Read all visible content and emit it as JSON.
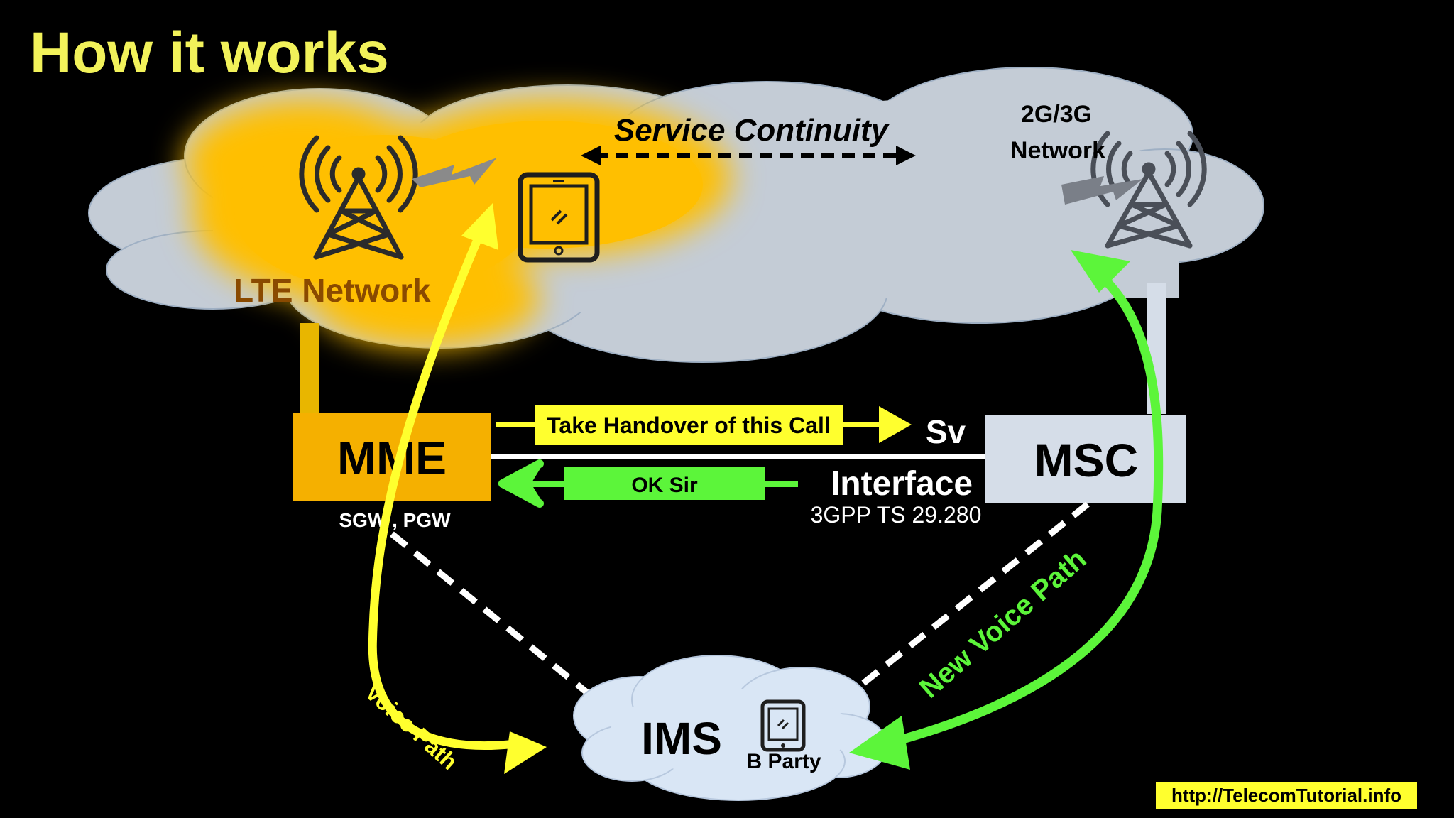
{
  "title": "How it works",
  "labels": {
    "service_continuity": "Service Continuity",
    "network_2g3g_line1": "2G/3G",
    "network_2g3g_line2": "Network",
    "lte_network": "LTE Network",
    "mme": "MME",
    "msc": "MSC",
    "sgw_pgw": "SGW , PGW",
    "take_handover": "Take Handover of this Call",
    "ok_sir": "OK Sir",
    "sv": "Sv",
    "interface": "Interface",
    "spec": "3GPP TS 29.280",
    "ims": "IMS",
    "b_party": "B Party",
    "voice_path": "Voice Path",
    "new_voice_path": "New Voice Path",
    "url": "http://TelecomTutorial.info"
  },
  "icons": {
    "lte_tower": "cell-tower-icon",
    "gsm_tower": "cell-tower-icon",
    "ue_device": "tablet-icon",
    "b_party_device": "tablet-icon"
  },
  "colors": {
    "background": "#000000",
    "title": "#f2f25a",
    "lte_glow": "#ffbf00",
    "cloud": "#c4ccd6",
    "mme_box": "#f5b000",
    "msc_box": "#d5dde8",
    "yellow_path": "#ffff2e",
    "green_path": "#5cf53a",
    "ims_cloud": "#d9e6f5"
  }
}
